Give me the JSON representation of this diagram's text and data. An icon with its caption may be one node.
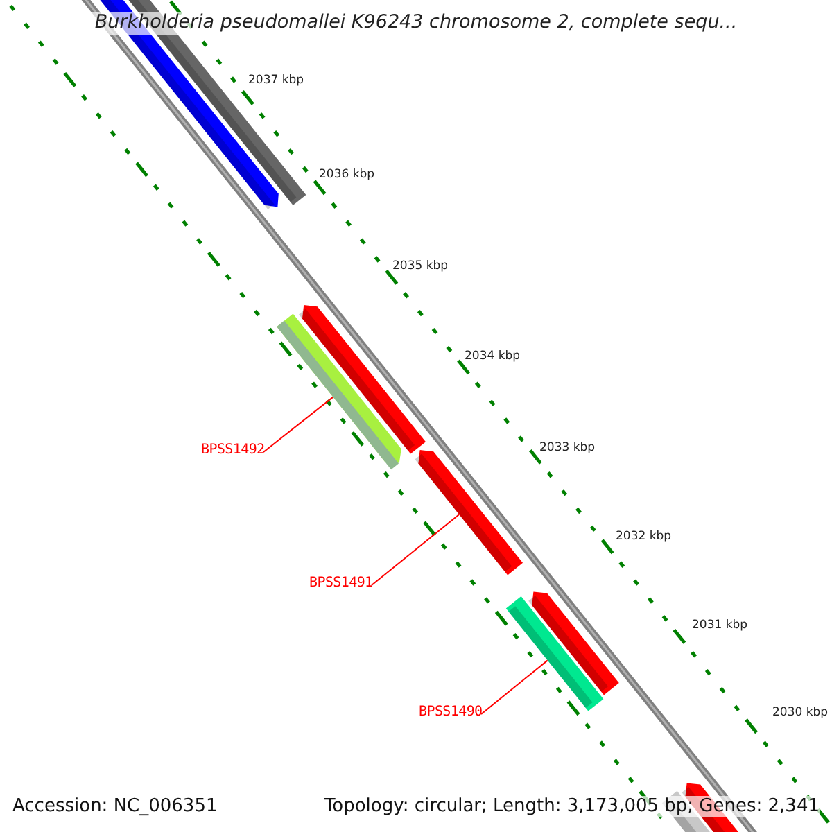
{
  "diagram": {
    "title": "Burkholderia pseudomallei K96243 chromosome 2, complete sequ...",
    "nodes": [
      {
        "text": [
          "BPSS1492"
        ]
      },
      {
        "text": [],
        "shape": "bar"
      },
      {
        "text": [
          "BPSS1491"
        ]
      },
      {
        "text": [],
        "shape": "bar"
      },
      {
        "text": [
          "BPSS1490"
        ]
      },
      {
        "text": [],
        "shape": "bar"
      }
    ],
    "edges": [
      {
        "from": 0,
        "to": 1,
        "arrow": "none"
      },
      {
        "from": 2,
        "to": 3,
        "arrow": "none"
      },
      {
        "from": 4,
        "to": 5,
        "arrow": "none"
      }
    ],
    "labels": [
      "2037 kbp",
      "2036 kbp",
      "2035 kbp",
      "2034 kbp",
      "2033 kbp",
      "2032 kbp",
      "2031 kbp",
      "2030 kbp",
      "Accession: NC_006351",
      "Topology: circular; Length: 3,173,005 bp; Genes: 2,341"
    ]
  }
}
